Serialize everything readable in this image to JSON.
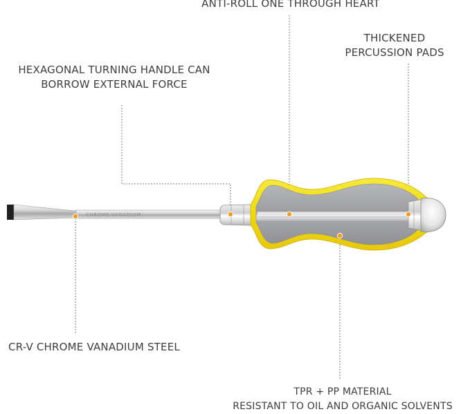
{
  "labels": {
    "anti_roll": "ANTI-ROLL ONE THROUGH HEART",
    "pads_line1": "THICKENED",
    "pads_line2": "PERCUSSION PADS",
    "hex_line1": "HEXAGONAL TURNING HANDLE CAN",
    "hex_line2": "BORROW EXTERNAL FORCE",
    "crv": "CR-V CHROME VANADIUM STEEL",
    "tpr_line1": "TPR + PP MATERIAL",
    "tpr_line2": "RESISTANT TO OIL AND ORGANIC SOLVENTS"
  },
  "shaft_engraving": "CHROME-VANADIUM",
  "colors": {
    "handle_yellow": "#f4e31c",
    "handle_gray": "#9e9fa3",
    "marker_orange": "#f39a1f",
    "leader_line": "#7a7a7a"
  },
  "icons": {
    "product": "flathead-screwdriver"
  }
}
